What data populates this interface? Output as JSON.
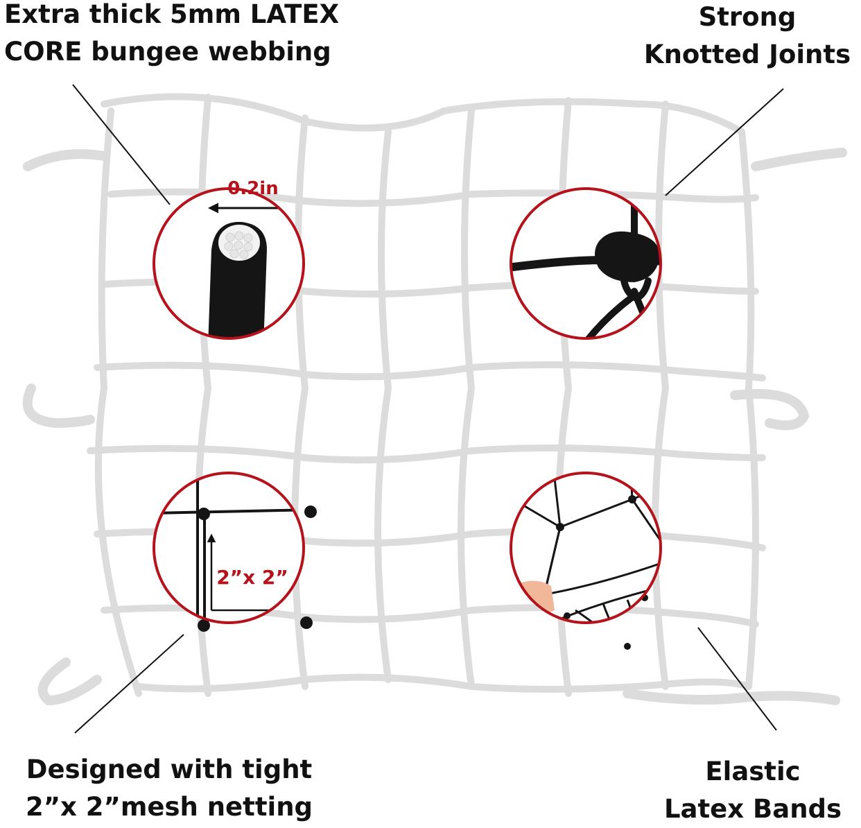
{
  "callouts": {
    "top_left": {
      "line1": "Extra thick 5mm LATEX",
      "line2": "CORE bungee webbing",
      "measure": "0.2in"
    },
    "top_right": {
      "line1": "Strong",
      "line2": "Knotted Joints"
    },
    "bottom_left": {
      "line1": "Designed with tight",
      "line2": "2”x 2”mesh netting",
      "measure": "2”x 2”"
    },
    "bottom_right": {
      "line1": "Elastic",
      "line2": "Latex Bands"
    }
  },
  "colors": {
    "accent_red": "#b5121b",
    "net_gray": "#dcdcdc",
    "cord_black": "#151515",
    "text": "#111111"
  }
}
